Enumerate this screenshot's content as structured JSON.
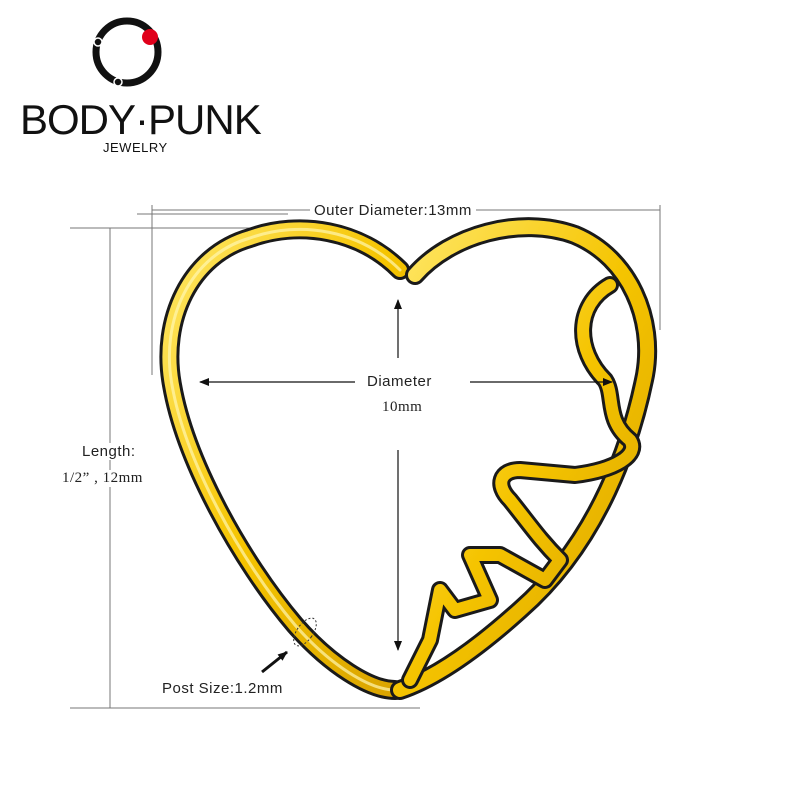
{
  "brand": {
    "name": "BODY·PUNK",
    "subtitle": "JEWELRY",
    "logo_accent": "#e0001b"
  },
  "product": {
    "metal_color": "#f5c400",
    "shape": "heart-with-heartbeat-line"
  },
  "dimensions": {
    "outer_diameter": "Outer Diameter:13mm",
    "diameter_label": "Diameter",
    "diameter_value": "10mm",
    "length_label": "Length:",
    "length_value": "1/2” , 12mm",
    "post_size": "Post Size:1.2mm"
  }
}
